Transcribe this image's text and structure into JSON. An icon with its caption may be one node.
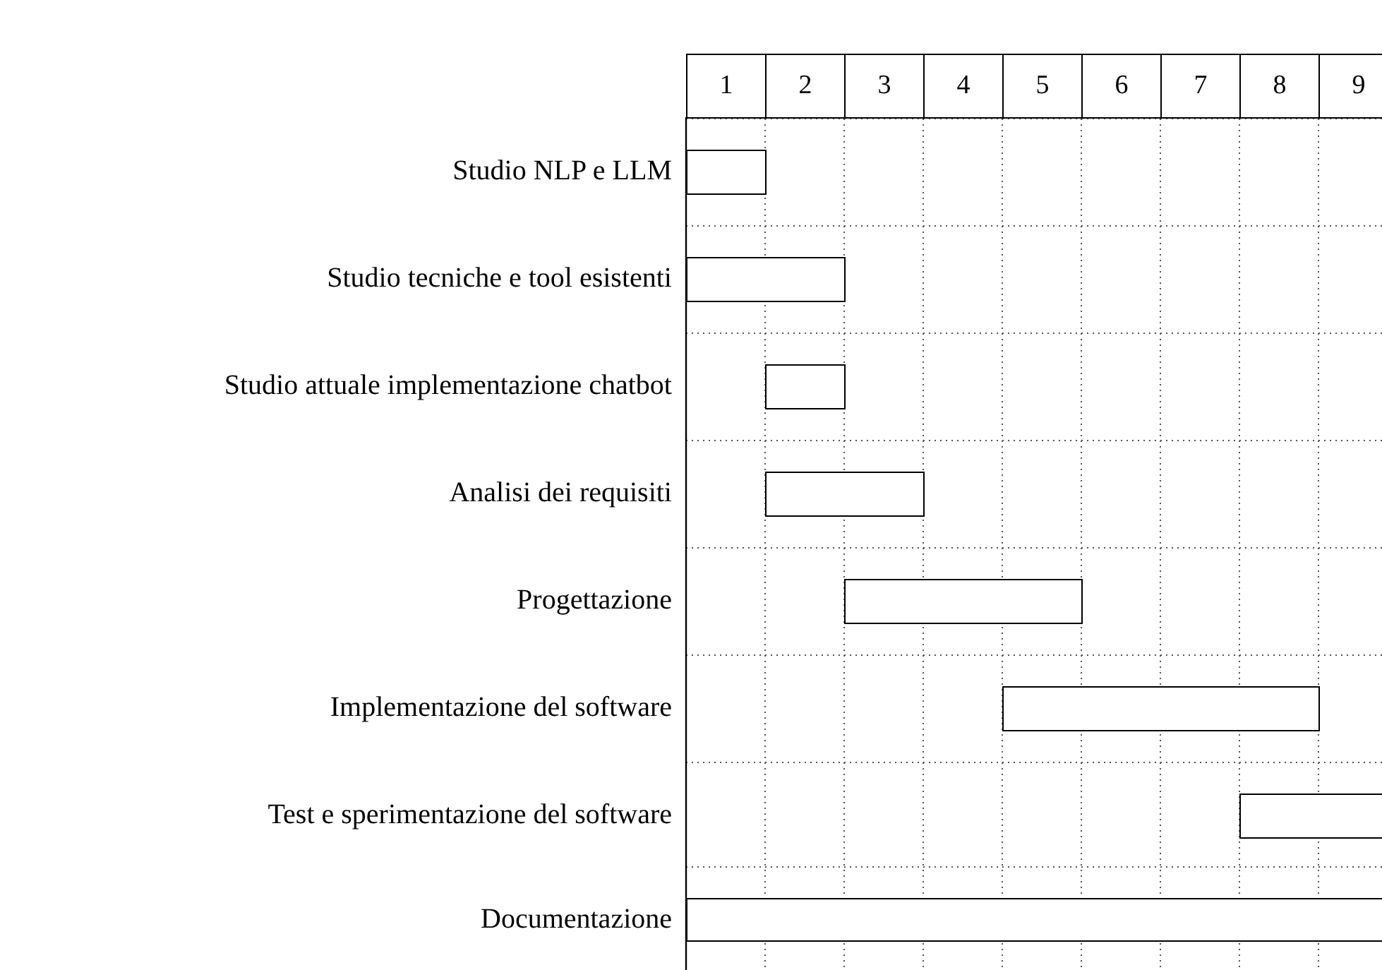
{
  "diagram": {
    "nodes": [
      {
        "text": [],
        "shape": "bar"
      },
      {
        "text": [],
        "shape": "bar"
      },
      {
        "text": [],
        "shape": "bar"
      },
      {
        "text": [],
        "shape": "bar"
      },
      {
        "text": [],
        "shape": "bar"
      },
      {
        "text": [],
        "shape": "bar"
      },
      {
        "text": [],
        "shape": "bar"
      },
      {
        "text": [],
        "shape": "bar"
      }
    ],
    "labels": [
      "1",
      "2",
      "3",
      "4",
      "5",
      "6",
      "7",
      "8",
      "9",
      "Studio NLP e LLM",
      "Studio tecniche e tool esistenti",
      "Studio attuale implementazione chatbot",
      "Analisi dei requisiti",
      "Progettazione",
      "Implementazione del software",
      "Test e sperimentazione del software",
      "Documentazione"
    ]
  }
}
